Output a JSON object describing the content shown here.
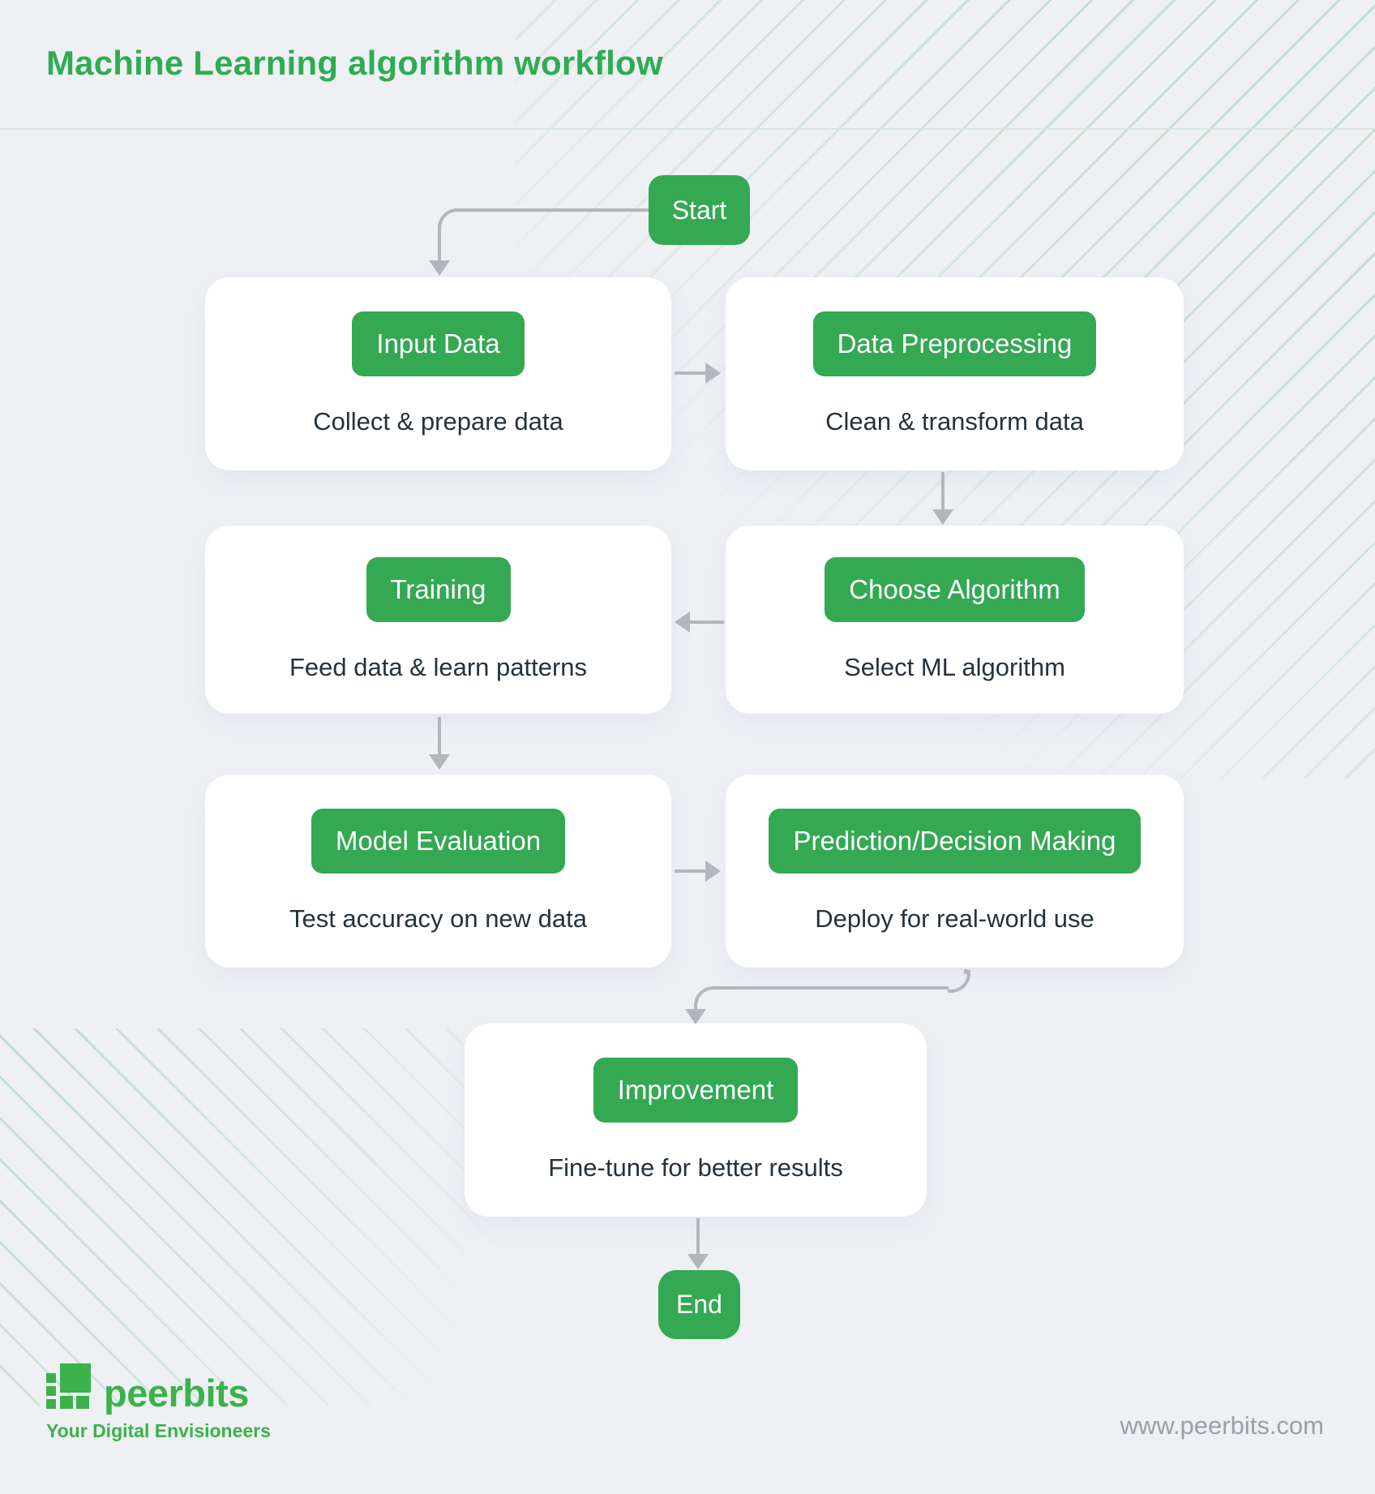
{
  "page": {
    "title": "Machine Learning algorithm workflow",
    "footer_url": "www.peerbits.com"
  },
  "flow": {
    "start_label": "Start",
    "end_label": "End",
    "steps": [
      {
        "id": "input-data",
        "label": "Input Data",
        "description": "Collect & prepare data"
      },
      {
        "id": "data-preprocessing",
        "label": "Data Preprocessing",
        "description": "Clean & transform data"
      },
      {
        "id": "choose-algorithm",
        "label": "Choose Algorithm",
        "description": "Select ML algorithm"
      },
      {
        "id": "training",
        "label": "Training",
        "description": "Feed data & learn patterns"
      },
      {
        "id": "model-evaluation",
        "label": "Model Evaluation",
        "description": "Test accuracy on new data"
      },
      {
        "id": "prediction-decision-making",
        "label": "Prediction/Decision Making",
        "description": "Deploy for real-world use"
      },
      {
        "id": "improvement",
        "label": "Improvement",
        "description": "Fine-tune for better results"
      }
    ]
  },
  "branding": {
    "logo_text": "peerbits",
    "tagline": "Your Digital Envisioneers"
  },
  "colors": {
    "accent": "#34a853",
    "title": "#2fac52",
    "background": "#eef0f4",
    "card": "#ffffff",
    "connector": "#b3b6ba",
    "subtitle": "#26323a",
    "stripe": "rgba(86,180,110,0.28)",
    "url": "#9aa0a6",
    "separator": "#d9e7dc",
    "logo": "#3bb24a",
    "button_text": "#ffffff"
  }
}
